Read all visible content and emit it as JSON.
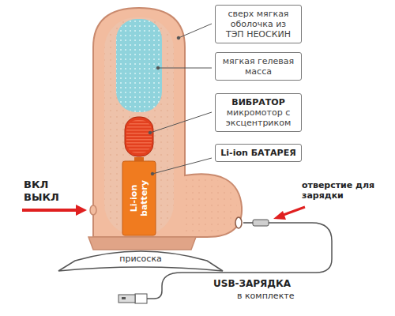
{
  "diagram": {
    "nodes": [
      {
        "text": [
          "сверх мягкая оболочка из ТЭП НЕОСКИН"
        ]
      },
      {
        "text": [
          "мягкая гелевая масса"
        ]
      },
      {
        "text": [
          "ВИБРАТОР",
          "микромотор с эксцентриком"
        ]
      },
      {
        "text": [
          "Li-ion БАТАРЕЯ"
        ]
      }
    ],
    "labels": [
      "Li-ion battery",
      "ВКЛ",
      "ВЫКЛ",
      "отверстие для зарядки",
      "присоска",
      "USB-ЗАРЯДКА",
      "в комплекте"
    ]
  }
}
